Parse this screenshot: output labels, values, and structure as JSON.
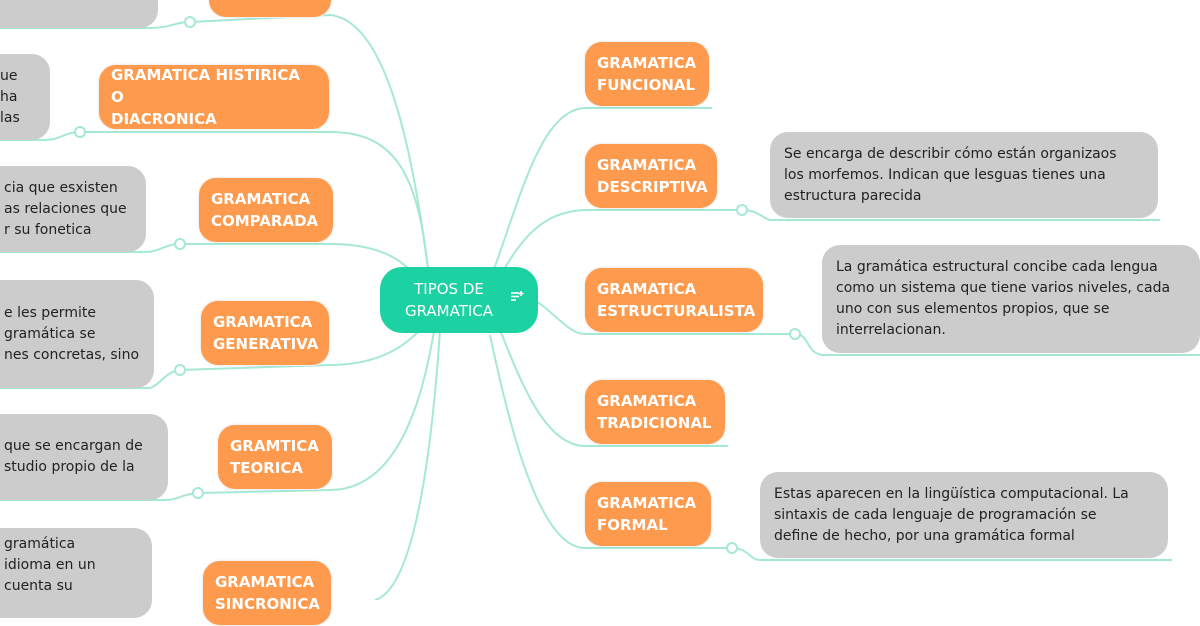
{
  "central": {
    "title": "TIPOS DE GRAMATICA",
    "line1": "TIPOS DE",
    "line2": "GRAMATICA",
    "icon": "notes-icon"
  },
  "colors": {
    "topic": "#FE9A4D",
    "note": "#CCCCCC",
    "central": "#1CD1A2",
    "line": "#A6E8D6"
  },
  "right_topics": [
    {
      "line1": "GRAMATICA",
      "line2": "FUNCIONAL"
    },
    {
      "line1": "GRAMATICA",
      "line2": "DESCRIPTIVA",
      "note": [
        "Se encarga de describir cómo están organizaos",
        "los morfemos. Indican que lesguas tienes una",
        "estructura parecida"
      ]
    },
    {
      "line1": "GRAMATICA",
      "line2": "ESTRUCTURALISTA",
      "note": [
        "La gramática estructural concibe cada lengua",
        "como un sistema que tiene varios niveles, cada",
        "uno con sus elementos propios, que se",
        "interrelacionan."
      ]
    },
    {
      "line1": "GRAMATICA",
      "line2": "TRADICIONAL"
    },
    {
      "line1": "GRAMATICA",
      "line2": "FORMAL",
      "note": [
        "Estas aparecen en la lingüística computacional. La",
        "sintaxis de cada lenguaje de programación se",
        "define de hecho, por una gramática formal"
      ]
    }
  ],
  "left_topics": [
    {
      "line1": "GRAMATICA HISTIRICA O",
      "line2": "DIACRONICA",
      "note": [
        "ue ha",
        "las"
      ]
    },
    {
      "line1": "GRAMATICA",
      "line2": "COMPARADA",
      "note": [
        "cia que esxisten",
        "as relaciones que",
        "r su fonetica"
      ]
    },
    {
      "line1": "GRAMATICA",
      "line2": "GENERATIVA",
      "note": [
        "e les permite",
        "gramática se",
        "nes concretas, sino"
      ]
    },
    {
      "line1": "GRAMTICA",
      "line2": "TEORICA",
      "note": [
        "que se encargan de",
        "studio propio de la"
      ]
    },
    {
      "line1": "GRAMATICA",
      "line2": "SINCRONICA",
      "note": [
        "gramática",
        "idioma en un",
        "cuenta su"
      ]
    }
  ]
}
